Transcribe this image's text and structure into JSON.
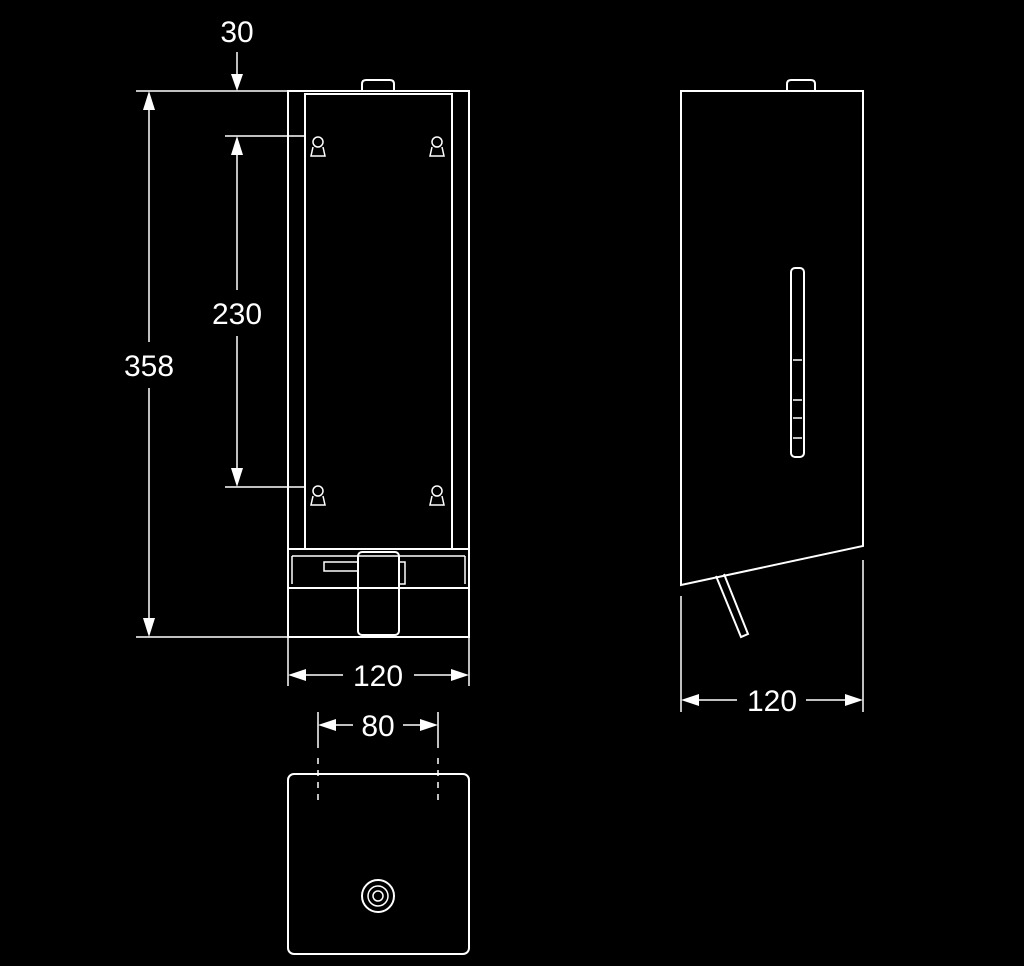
{
  "drawing": {
    "dimensions": {
      "top_offset": "30",
      "mount_spacing": "230",
      "height": "358",
      "front_width": "120",
      "side_width": "120",
      "top_width": "80"
    },
    "colors": {
      "background": "#000000",
      "line": "#ffffff"
    }
  }
}
